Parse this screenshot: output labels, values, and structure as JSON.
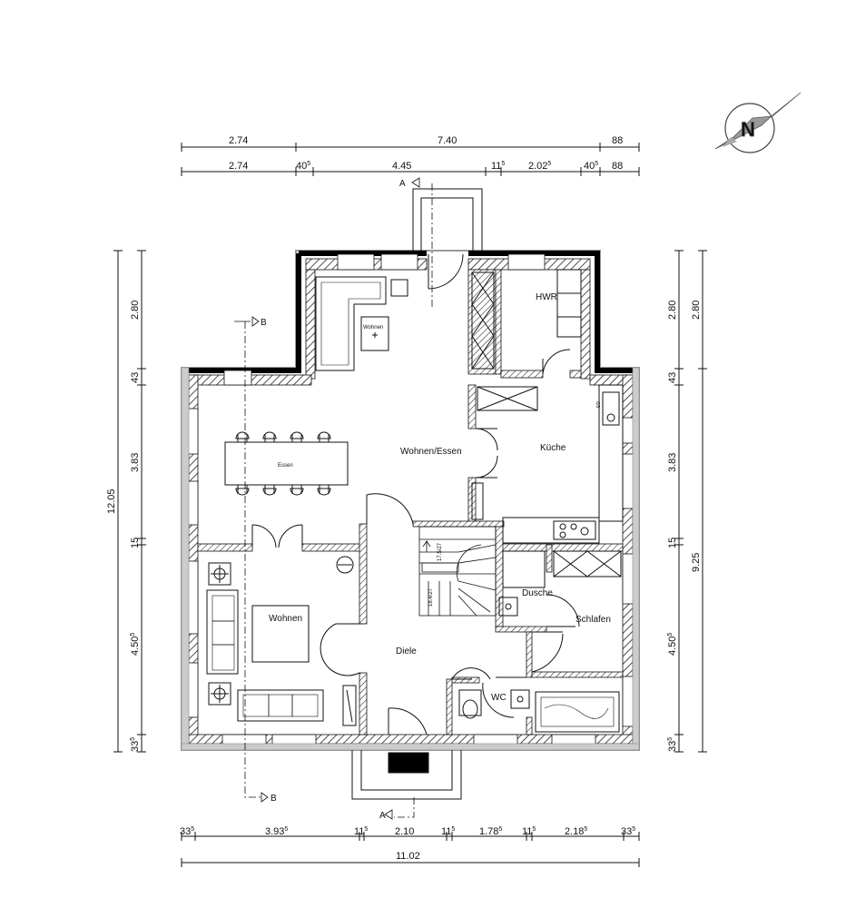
{
  "plan": {
    "rooms": {
      "wohnen_essen": "Wohnen/Essen",
      "kueche": "Küche",
      "hwr": "HWR",
      "wohnen": "Wohnen",
      "diele": "Diele",
      "dusche": "Dusche",
      "schlafen": "Schlafen",
      "wc": "WC"
    },
    "furniture_labels": {
      "essen_table": "Essen",
      "wohnen_pin": "Wohnen",
      "gs": "GS"
    },
    "section_markers": {
      "a_top": "A",
      "a_bottom": "A",
      "b_top": "B",
      "b_bottom": "B"
    },
    "stair_labels": {
      "up": "17.5/27",
      "down": "18.4/27"
    },
    "dimensions": {
      "top_row_1": [
        "2.74",
        "7.40",
        "88"
      ],
      "top_row_2": [
        {
          "main": "2.74",
          "sup": ""
        },
        {
          "main": "40",
          "sup": "5"
        },
        {
          "main": "4.45",
          "sup": ""
        },
        {
          "main": "11",
          "sup": "5"
        },
        {
          "main": "2.02",
          "sup": "5"
        },
        {
          "main": "40",
          "sup": "5"
        },
        {
          "main": "88",
          "sup": ""
        }
      ],
      "bottom_row_1": [
        {
          "main": "33",
          "sup": "5"
        },
        {
          "main": "3.93",
          "sup": "5"
        },
        {
          "main": "11",
          "sup": "5"
        },
        {
          "main": "2.10",
          "sup": ""
        },
        {
          "main": "11",
          "sup": "5"
        },
        {
          "main": "1.78",
          "sup": "5"
        },
        {
          "main": "11",
          "sup": "5"
        },
        {
          "main": "2.18",
          "sup": "5"
        },
        {
          "main": "33",
          "sup": "5"
        }
      ],
      "bottom_total": "11.02",
      "left_total": "12.05",
      "left_segments": [
        {
          "main": "2.80",
          "sup": ""
        },
        {
          "main": "43",
          "sup": ""
        },
        {
          "main": "3.83",
          "sup": ""
        },
        {
          "main": "15",
          "sup": ""
        },
        {
          "main": "4.50",
          "sup": "5"
        },
        {
          "main": "33",
          "sup": "5"
        }
      ],
      "right_total": "9.25",
      "right_top": "2.80",
      "right_segments": [
        {
          "main": "2.80",
          "sup": ""
        },
        {
          "main": "43",
          "sup": ""
        },
        {
          "main": "3.83",
          "sup": ""
        },
        {
          "main": "15",
          "sup": ""
        },
        {
          "main": "4.50",
          "sup": "5"
        },
        {
          "main": "33",
          "sup": "5"
        }
      ]
    }
  }
}
